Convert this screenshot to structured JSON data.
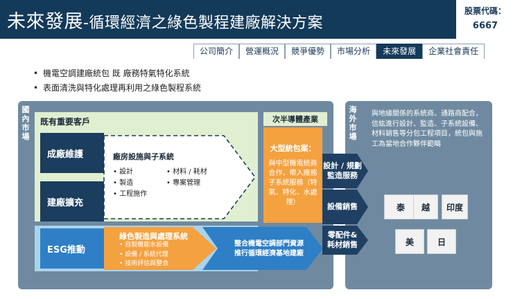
{
  "header": {
    "title_main": "未來發展",
    "title_rest": "-循環經濟之綠色製程建廠解決方案",
    "code_label": "股票代碼：",
    "code_value": "6667"
  },
  "tabs": [
    {
      "label": "公司簡介",
      "active": false
    },
    {
      "label": "營運概況",
      "active": false
    },
    {
      "label": "競爭優勢",
      "active": false
    },
    {
      "label": "市場分析",
      "active": false
    },
    {
      "label": "未來發展",
      "active": true
    },
    {
      "label": "企業社會責任",
      "active": false
    }
  ],
  "bullets": [
    "機電空調建廠統包 既 廠務特氣特化系統",
    "表面清洗與特化處理再利用之綠色製程系統"
  ],
  "diagram": {
    "domestic_label": "國內市場",
    "overseas_label": "海外市場",
    "customers_title": "既有重要客戶",
    "semi_title": "次半導體產業",
    "service_buttons": [
      "成廠維護",
      "建廠擴充",
      "ESG推動"
    ],
    "facility": {
      "title": "廠房設施與子系統",
      "col1": [
        "設計",
        "製造",
        "工程施作"
      ],
      "col2": [
        "材料 / 耗材",
        "專案管理"
      ]
    },
    "green": {
      "title": "綠色製造與處理系統",
      "items": [
        "自製機能水設備",
        "設備 / 系統代理",
        "技術評估與整合"
      ]
    },
    "integrate": {
      "line1": "整合機電空調部門資源",
      "line2": "推行循環經濟基地建廠"
    },
    "turnkey": {
      "title": "大型統包案：",
      "desc": "與中型機電統商合作，帶入廠務子系統服務（特氣、特化、水處理）"
    },
    "outputs": [
      {
        "line1": "設計 / 規劃",
        "line2": "監造服務"
      },
      {
        "line1": "設備銷售",
        "line2": ""
      },
      {
        "line1": "零配件&",
        "line2": "耗材銷售"
      }
    ],
    "overseas_desc": "與地緣關係的系統商、通路商配合，信紘進行設計、監造、子系統設備、材料銷售等分包工程項目，統包與施工為當地合作夥伴範疇",
    "countries_row1": [
      "泰",
      "越",
      "印度"
    ],
    "countries_row2": [
      "美",
      "日"
    ]
  },
  "colors": {
    "navy": "#143a5a",
    "orange": "#f4a140",
    "green": "#e0efd0",
    "blue_arrow": "#2f7fc6"
  }
}
